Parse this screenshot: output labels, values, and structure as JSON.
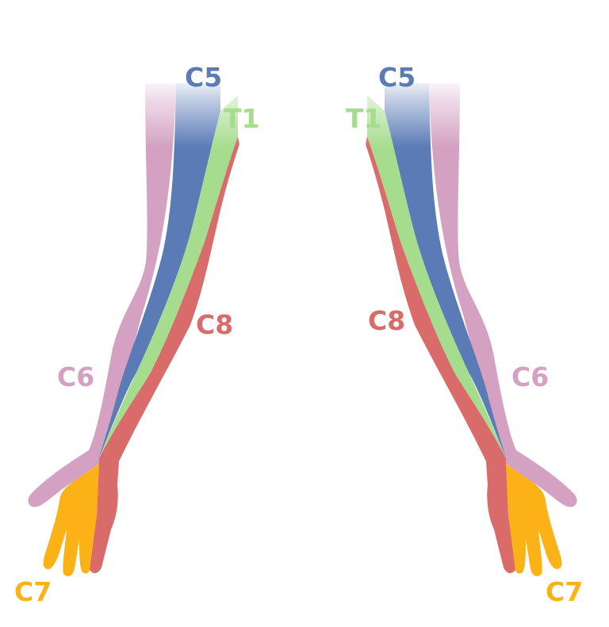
{
  "colors": {
    "C5": "#5a7bb6",
    "T1": "#a6dc8e",
    "C8": "#d96b6b",
    "C6": "#d4a1c2",
    "C7": "#fbb217"
  },
  "left_arm": {
    "labels": {
      "C5": "C5",
      "T1": "T1",
      "C8": "C8",
      "C6": "C6",
      "C7": "C7"
    }
  },
  "right_arm": {
    "labels": {
      "C5": "C5",
      "T1": "T1",
      "C8": "C8",
      "C6": "C6",
      "C7": "C7"
    }
  }
}
